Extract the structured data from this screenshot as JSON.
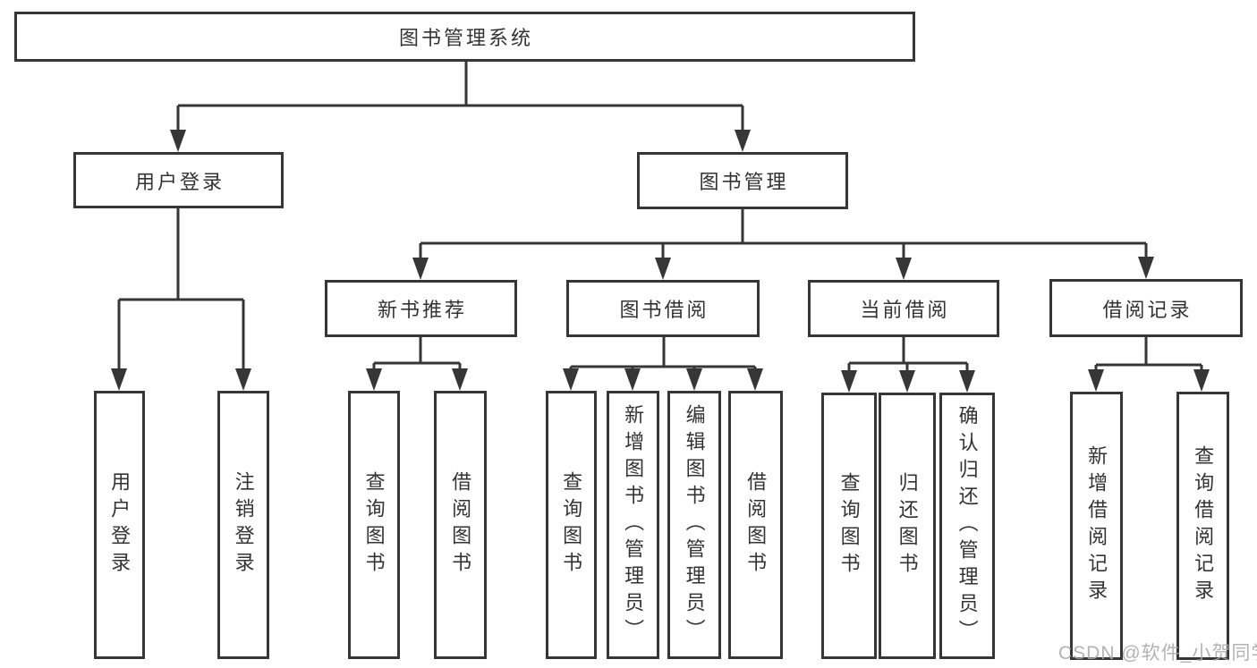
{
  "diagram": {
    "root": "图书管理系统",
    "level2": {
      "user_login": "用户登录",
      "book_management": "图书管理"
    },
    "user_login_children": {
      "login": "用户登录",
      "logout": "注销登录"
    },
    "book_management_children": {
      "new_book_recommend": "新书推荐",
      "book_borrow": "图书借阅",
      "current_borrow": "当前借阅",
      "borrow_record": "借阅记录"
    },
    "new_book_recommend_children": {
      "query_book": "查询图书",
      "borrow_book": "借阅图书"
    },
    "book_borrow_children": {
      "query_book": "查询图书",
      "add_book": "新增图书（管理员）",
      "edit_book": "编辑图书（管理员）",
      "borrow_book": "借阅图书"
    },
    "current_borrow_children": {
      "query_book": "查询图书",
      "return_book": "归还图书",
      "confirm_return": "确认归还（管理员）"
    },
    "borrow_record_children": {
      "add_record": "新增借阅记录",
      "query_record": "查询借阅记录"
    }
  },
  "watermark": "CSDN @软件_小贺同学",
  "colors": {
    "line": "#363636",
    "text": "#333333",
    "watermark": "#a8a8a8",
    "background": "#ffffff"
  }
}
